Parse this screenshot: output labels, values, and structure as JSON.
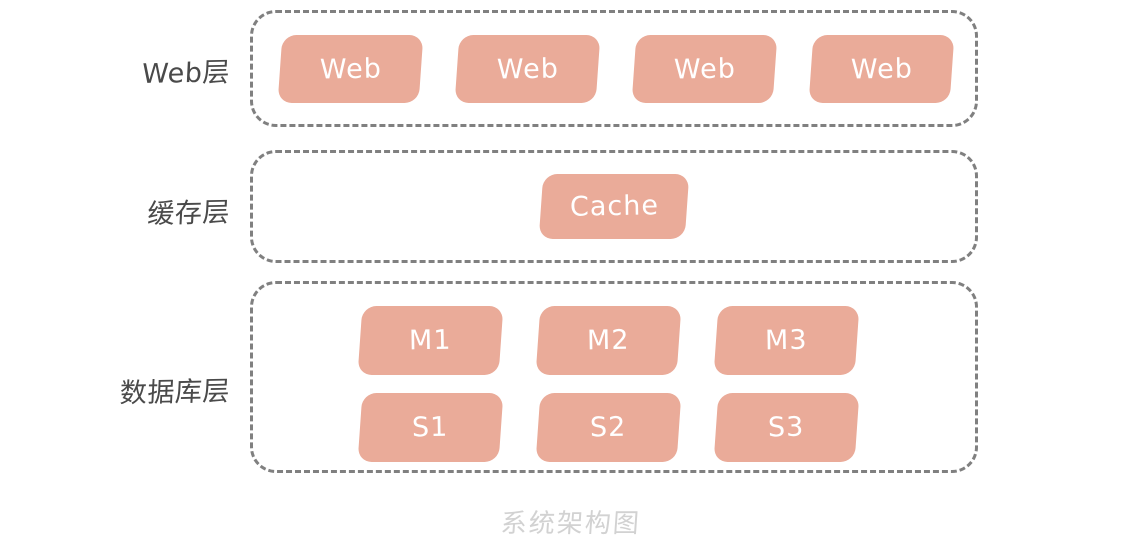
{
  "diagram": {
    "caption": "系统架构图",
    "colors": {
      "node_fill": "#eaab99",
      "node_text": "#ffffff",
      "container_border": "#808080",
      "label_text": "#4a4a4a",
      "caption_text": "#d2d2d2",
      "background": "#ffffff"
    },
    "layers": [
      {
        "label": "Web层",
        "nodes": [
          {
            "text": "Web"
          },
          {
            "text": "Web"
          },
          {
            "text": "Web"
          },
          {
            "text": "Web"
          }
        ]
      },
      {
        "label": "缓存层",
        "nodes": [
          {
            "text": "Cache"
          }
        ]
      },
      {
        "label": "数据库层",
        "nodes": [
          {
            "text": "M1"
          },
          {
            "text": "M2"
          },
          {
            "text": "M3"
          },
          {
            "text": "S1"
          },
          {
            "text": "S2"
          },
          {
            "text": "S3"
          }
        ]
      }
    ]
  }
}
